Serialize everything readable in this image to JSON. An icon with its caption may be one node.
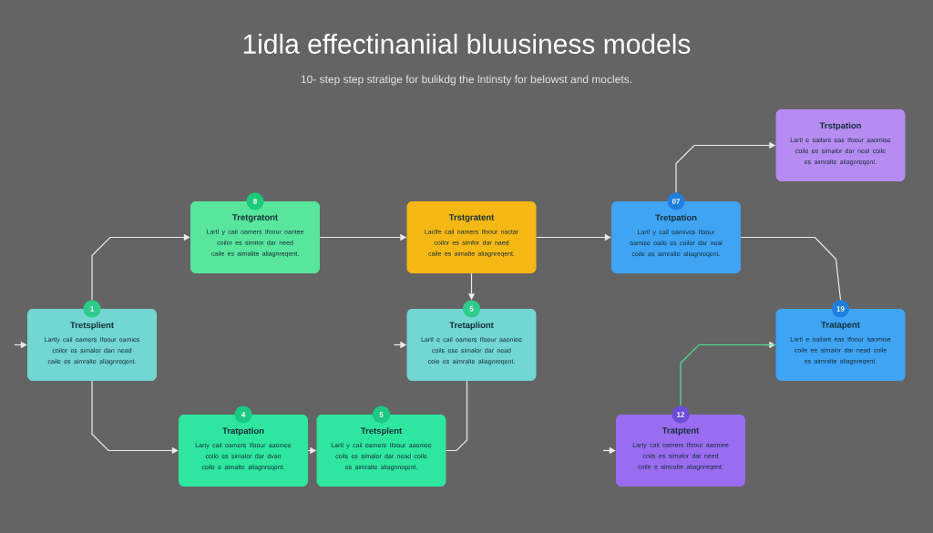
{
  "diagram": {
    "title": "1idla effectinaniial bluusiness models",
    "nodes": [
      {
        "text": [
          "1",
          "Tretsplient",
          "Lartly cail oamers Ifoour oamies coilor es simalor dan nead caile es aimralte aliagnreqent."
        ]
      },
      {
        "text": [
          "8",
          "Tretgratont",
          "Lartl y cail oamers Ifoour oantee coilor es simitor dar need caile es aimalite aliagnreqent."
        ]
      },
      {
        "text": [
          "Trstgratent",
          "Laclfe cail oamers Ifoour oactar coilor es simfor dar naed caile es aimalte aliagnreqent."
        ]
      },
      {
        "text": [
          "5",
          "Tretapliont",
          "Lartl e cail oamers Ifoour aaoniee coils ese simalor dar nead coie es aimralte aliagnreqent."
        ]
      },
      {
        "text": [
          "4",
          "Tratpation",
          "Larty cail oamers Ifoour aaoniee coilo es simalor dar dvan coile e aimalte aliagnreqent."
        ]
      },
      {
        "text": [
          "5",
          "Tretsplent",
          "Lartl y cail oamers Ifoour aaoniee coils es simalor dar nead coile es aimralte aliagnreqent."
        ]
      },
      {
        "text": [
          "07",
          "Tretpation",
          "Lartl y cail oamives Ifoour oamise oaile es coilor dar neal coile es aimralte aliagnreqent."
        ]
      },
      {
        "text": [
          "Trstpation",
          "Lartl e oailant eas Ifoour aaomise coile ee simalor dar neal coile es aimralte aliagnreqent."
        ]
      },
      {
        "text": [
          "19",
          "Tratapent",
          "Lartl e oailant eas Ifoour aaomise coile ee simalor dar nead coile es aimralte aliagnreqent."
        ]
      },
      {
        "text": [
          "12",
          "Tratptent",
          "Larty cail oamers Ifoour aaoniee coils es simalor dar need coile e aimralte aliagnreqent."
        ]
      }
    ],
    "edges": [
      {
        "from": null,
        "to": 0,
        "arrow": "to"
      },
      {
        "from": 0,
        "to": 1,
        "arrow": "to"
      },
      {
        "from": 1,
        "to": 2,
        "arrow": "to"
      },
      {
        "from": 2,
        "to": 3,
        "arrow": "to"
      },
      {
        "from": 0,
        "to": 4,
        "arrow": "to"
      },
      {
        "from": 4,
        "to": 5,
        "arrow": "to"
      },
      {
        "from": 5,
        "to": 3,
        "arrow": "none"
      },
      {
        "from": null,
        "to": 3,
        "arrow": "to"
      },
      {
        "from": 2,
        "to": 6,
        "arrow": "to"
      },
      {
        "from": 6,
        "to": 7,
        "arrow": "to"
      },
      {
        "from": 6,
        "to": 8,
        "arrow": "none"
      },
      {
        "from": null,
        "to": 8,
        "arrow": "to"
      },
      {
        "from": null,
        "to": 9,
        "arrow": "to"
      },
      {
        "from": 9,
        "to": 8,
        "arrow": "none",
        "color": "#4be39a"
      }
    ],
    "labels": [
      "10- step step stratige for bulikdg the lntinsty for belowst and moclets."
    ]
  }
}
